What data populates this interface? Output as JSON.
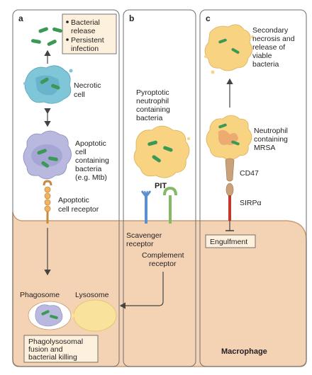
{
  "panels": {
    "a": {
      "letter": "a",
      "box_items": [
        "Bacterial",
        "release",
        "Persistent",
        "infection"
      ],
      "necrotic": [
        "Necrotic",
        "cell"
      ],
      "apoptotic": [
        "Apoptotic",
        "cell",
        "containing",
        "bacteria",
        "(e.g. Mtb)"
      ],
      "receptor": [
        "Apoptotic",
        "cell receptor"
      ],
      "phagosome": "Phagosome",
      "lysosome": "Lysosome",
      "fusion": [
        "Phagolysosomal",
        "fusion and",
        "bacterial killing"
      ]
    },
    "b": {
      "letter": "b",
      "pyroptotic": [
        "Pyroptotic",
        "neutrophil",
        "containing",
        "bacteria"
      ],
      "pit": "PIT",
      "scavenger": [
        "Scavenger",
        "receptor"
      ],
      "complement": [
        "Complement",
        "receptor"
      ]
    },
    "c": {
      "letter": "c",
      "secondary": [
        "Secondary",
        "necrosis and",
        "release of",
        "viable",
        "bacteria"
      ],
      "neutrophil": [
        "Neutrophil",
        "containing",
        "MRSA"
      ],
      "cd47": "CD47",
      "sirpa": "SIRPα",
      "engulfment": "Engulfment",
      "macrophage": "Macrophage"
    }
  },
  "colors": {
    "macrophage": "#f4d3b5",
    "macrophage_edge": "#c89c76",
    "bacteria": "#3a9a55",
    "necrotic": "#7fc6d9",
    "apoptotic": "#b9b9e0",
    "neutrophil": "#f7d382",
    "lysosome": "#f9e29c",
    "scavenger": "#5b8fd1",
    "complement": "#86b86a",
    "sirpa": "#c0392b",
    "cd47": "#c9a27a"
  }
}
